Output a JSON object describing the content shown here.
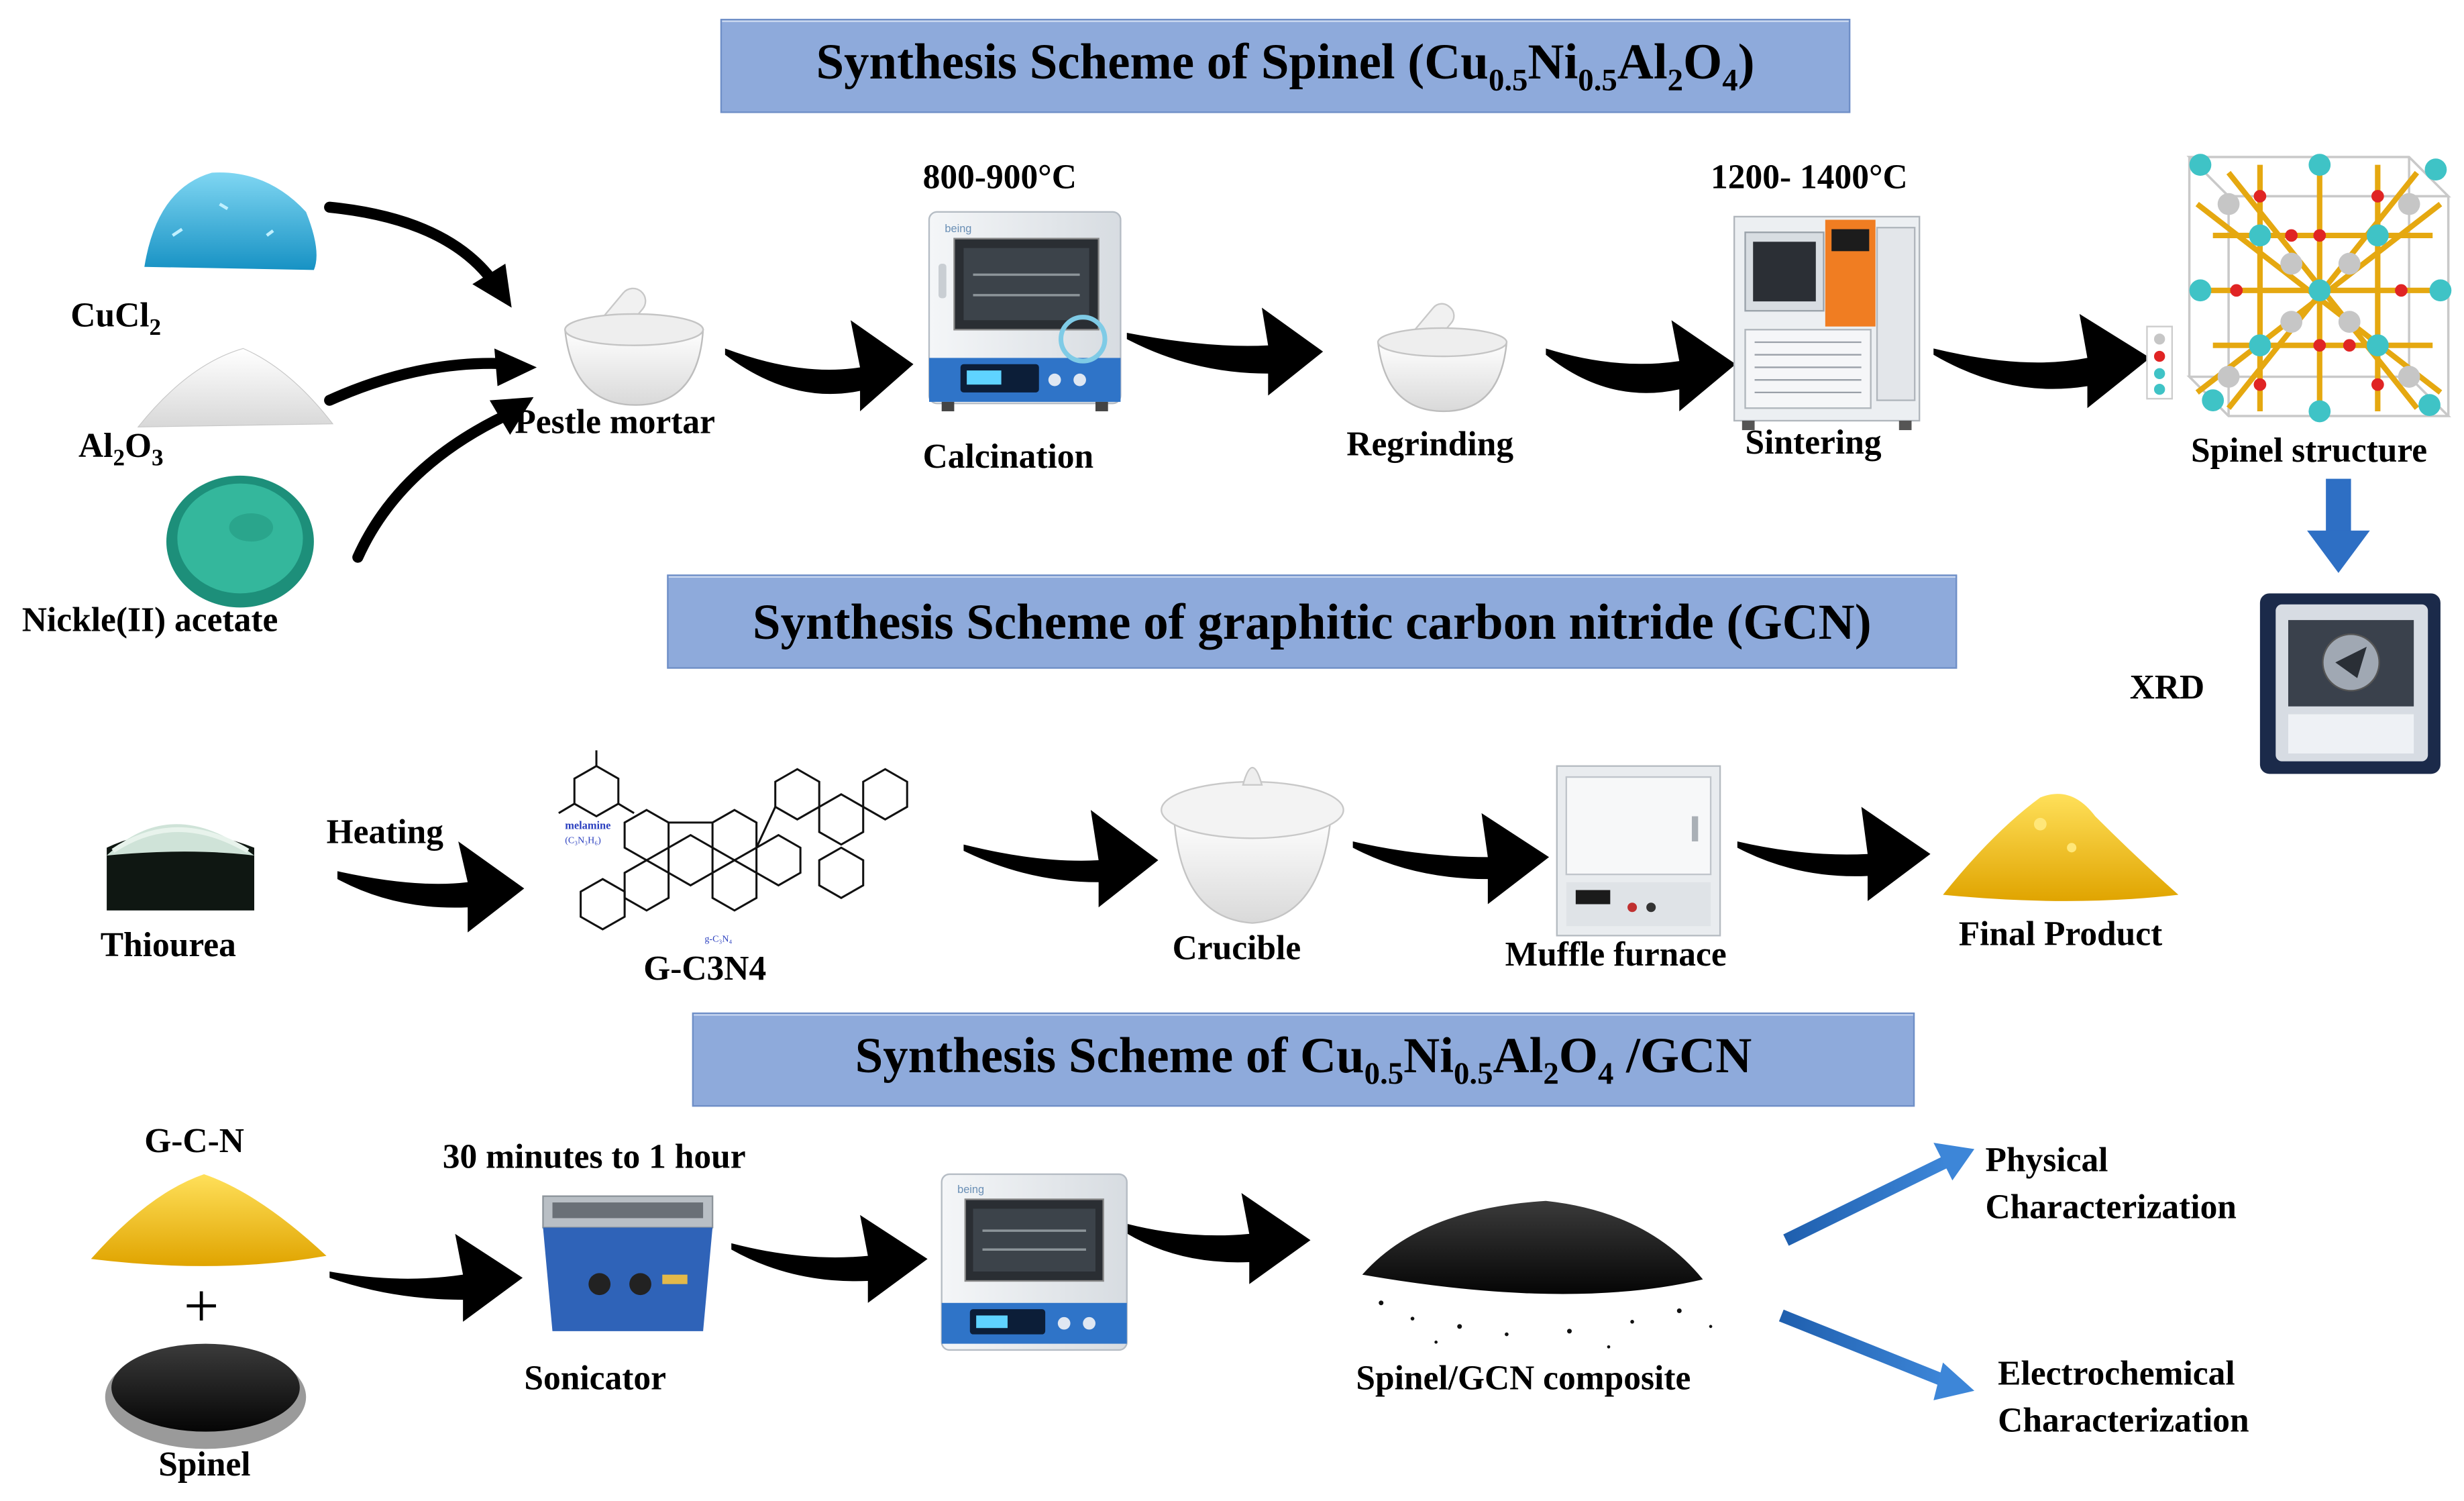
{
  "banners": {
    "spinel": {
      "prefix": "Synthesis Scheme of Spinel (Cu",
      "s1": "0.5",
      "mid1": "Ni",
      "s2": "0.5",
      "mid2": "Al",
      "s3": "2",
      "mid3": "O",
      "s4": "4",
      "suffix": ")"
    },
    "gcn": {
      "text": "Synthesis Scheme of graphitic carbon nitride (GCN)"
    },
    "composite": {
      "prefix": "Synthesis Scheme of Cu",
      "s1": "0.5",
      "mid1": "Ni",
      "s2": "0.5",
      "mid2": "Al",
      "s3": "2",
      "mid3": "O",
      "s4": "4",
      "suffix": " /GCN"
    }
  },
  "row1": {
    "cucl2": {
      "base": "CuCl",
      "sub": "2"
    },
    "al2o3": {
      "a": "Al",
      "s1": "2",
      "b": "O",
      "s2": "3"
    },
    "nickel": "Nickle(II) acetate",
    "pestle": "Pestle mortar",
    "temp1": "800-900°C",
    "calcination": "Calcination",
    "regrinding": "Regrinding",
    "temp2": "1200- 1400°C",
    "sintering": "Sintering",
    "spinel_structure": "Spinel structure",
    "xrd": "XRD",
    "oven_brand": "being"
  },
  "row2": {
    "heating": "Heating",
    "thiourea": "Thiourea",
    "gc3n4": "G-C3N4",
    "melamine": "melamine",
    "melamine_formula": "(C₃N₃H₆)",
    "gcn_formula": "g-C₃N₄",
    "crucible": "Crucible",
    "muffle": "Muffle furnace",
    "final": "Final Product"
  },
  "row3": {
    "gcn": "G-C-N",
    "plus": "+",
    "spinel": "Spinel",
    "time": "30 minutes to 1 hour",
    "sonicator": "Sonicator",
    "composite": "Spinel/GCN composite",
    "physical": [
      "Physical",
      "Characterization"
    ],
    "electro": [
      "Electrochemical",
      "Characterization"
    ],
    "oven_brand": "being"
  },
  "colors": {
    "banner_fill": "#8eaadb",
    "arrow": "#000000",
    "blue_arrow": "#2e6fc4",
    "copper_blue": "#2aa7d6",
    "gcn_yellow": "#f2c014",
    "nickel_green": "#2fae95"
  }
}
